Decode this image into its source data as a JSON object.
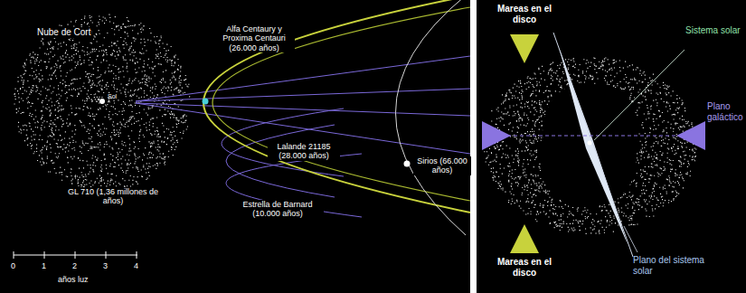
{
  "diagram": {
    "labels": [
      "Nube de Cort",
      "Sol",
      "Alfa Centaury y Proxima Centauri (26.000 años)",
      "Lalande 21185 (28.000 años)",
      "Sirios (66.000 años)",
      "Estrella de Barnard (10.000 años)",
      "GL 710 (1,36 millones de años)",
      "0",
      "1",
      "2",
      "3",
      "4",
      "años luz",
      "Mareas en el disco",
      "Sistema solar",
      "Plano galáctico",
      "Mareas en el disco",
      "Plano del sistema solar"
    ]
  }
}
